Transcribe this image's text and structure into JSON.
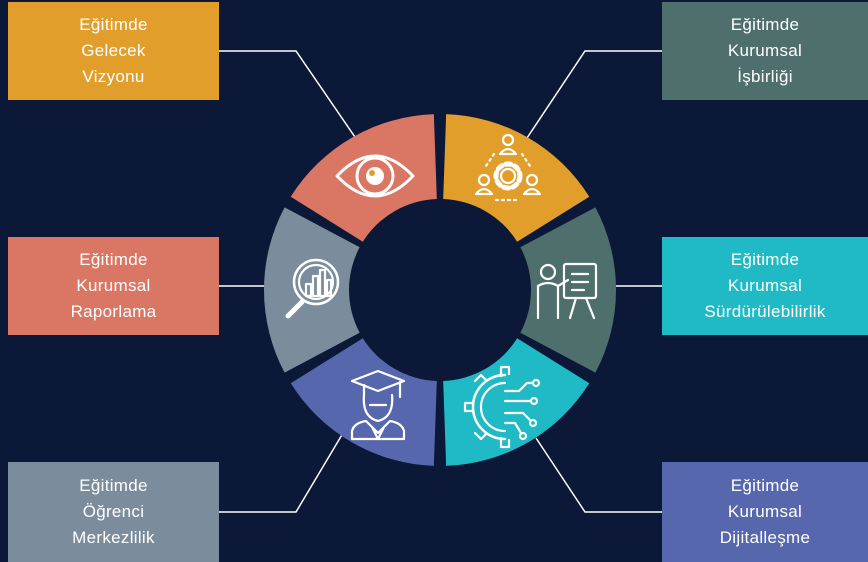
{
  "background": "#0c1838",
  "segments": [
    {
      "id": "vision",
      "icon": "eye-icon",
      "color": "#e19e2b",
      "lines": [
        "Eğitimde",
        "Gelecek",
        "Vizyonu"
      ]
    },
    {
      "id": "collab",
      "icon": "team-collaboration-icon",
      "color": "#4e6f6b",
      "lines": [
        "Eğitimde",
        "Kurumsal",
        "İşbirliği"
      ]
    },
    {
      "id": "sustain",
      "icon": "presentation-teacher-icon",
      "color": "#1fbac5",
      "lines": [
        "Eğitimde",
        "Kurumsal",
        "Sürdürülebilirlik"
      ]
    },
    {
      "id": "digital",
      "icon": "digital-gear-circuit-icon",
      "color": "#5767ad",
      "lines": [
        "Eğitimde",
        "Kurumsal",
        "Dijitalleşme"
      ]
    },
    {
      "id": "student",
      "icon": "graduate-student-icon",
      "color": "#7b8d9c",
      "lines": [
        "Eğitimde",
        "Öğrenci",
        "Merkezlilik"
      ]
    },
    {
      "id": "report",
      "icon": "magnifier-chart-icon",
      "color": "#d97664",
      "lines": [
        "Eğitimde",
        "Kurumsal",
        "Raporlama"
      ]
    }
  ]
}
